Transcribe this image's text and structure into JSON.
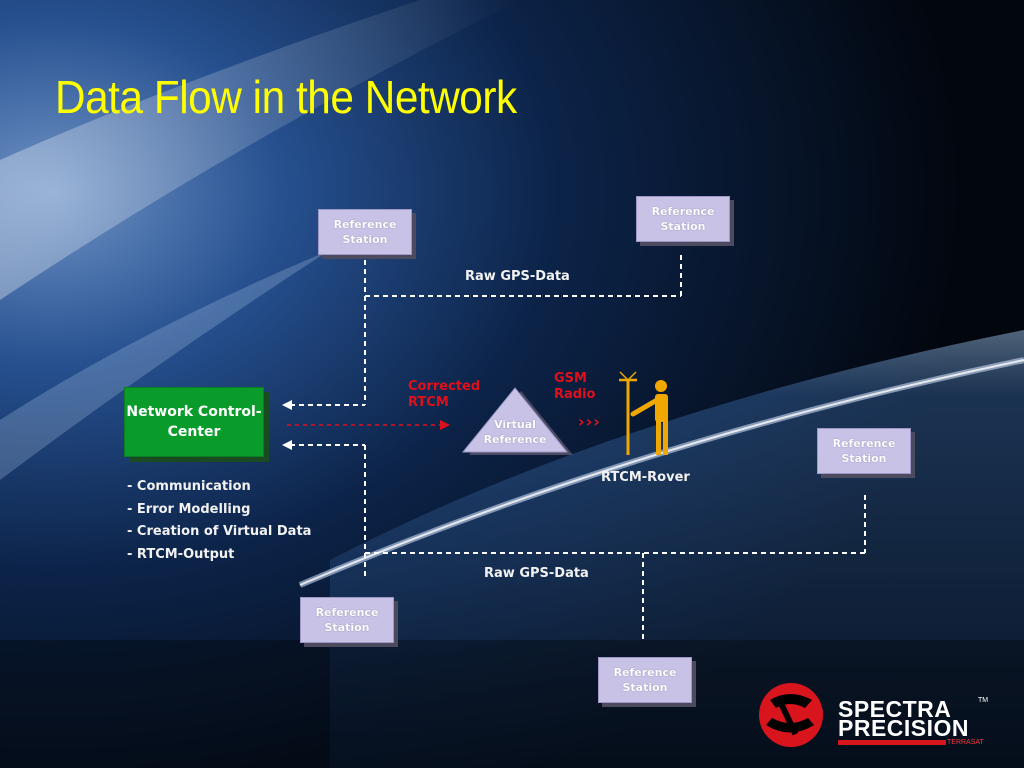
{
  "slide": {
    "title": "Data Flow in the Network"
  },
  "stations": {
    "top_left": "Reference Station",
    "top_right": "Reference Station",
    "right": "Reference Station",
    "bottom_left": "Reference Station",
    "bottom_center": "Reference Station"
  },
  "network_center": {
    "label": "Network Control-Center"
  },
  "functions": [
    "- Communication",
    "- Error Modelling",
    "- Creation of Virtual Data",
    "- RTCM-Output"
  ],
  "labels": {
    "raw_gps_top": "Raw GPS-Data",
    "raw_gps_bottom": "Raw GPS-Data",
    "corrected_rtcm": "Corrected\nRTCM",
    "gsm_radio": "GSM\nRadio",
    "virtual_reference": "Virtual Reference",
    "rtcm_rover": "RTCM-Rover",
    "signal_arrows": "›››"
  },
  "logo": {
    "line1": "SPECTRA",
    "line2": "PRECISION",
    "trademark": "TM",
    "sub": "TERRASAT"
  },
  "colors": {
    "title": "#ffff00",
    "station_fill": "#c7c2e6",
    "control_center": "#0a9c2a",
    "highlight_red": "#e0101b",
    "rover_figure": "#f0a800"
  },
  "icons": {
    "rover": "surveyor-with-pole-icon",
    "logo": "spectra-precision-logo-icon"
  }
}
